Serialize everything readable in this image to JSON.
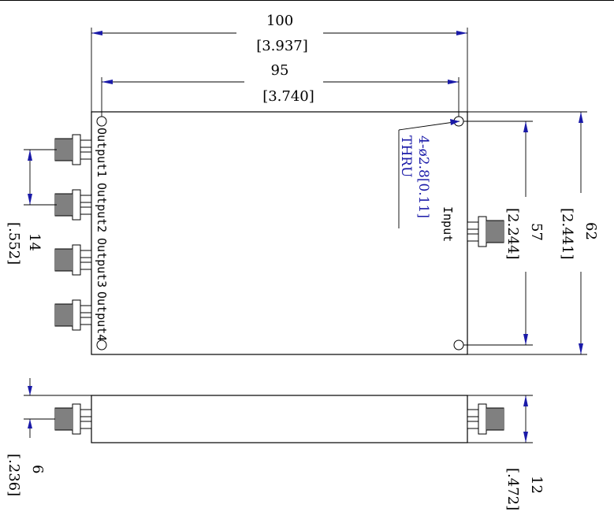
{
  "dimensions": {
    "overall_width": {
      "mm": "100",
      "in": "[3.937]"
    },
    "hole_spacing_width": {
      "mm": "95",
      "in": "[3.740]"
    },
    "overall_height": {
      "mm": "62",
      "in": "[2.441]"
    },
    "hole_spacing_height": {
      "mm": "57",
      "in": "[2.244]"
    },
    "output_pitch": {
      "mm": "14",
      "in": "[.552]"
    },
    "side_offset": {
      "mm": "6",
      "in": "[.236]"
    },
    "thickness": {
      "mm": "12",
      "in": "[.472]"
    }
  },
  "hole_callout": {
    "spec": "4-ø2.8[0.11]",
    "thru": "THRU"
  },
  "ports": {
    "input": "Input",
    "outputs": [
      "Output1",
      "Output2",
      "Output3",
      "Output4"
    ]
  },
  "colors": {
    "line": "#000000",
    "dimension_arrow": "#1a1aa8"
  }
}
